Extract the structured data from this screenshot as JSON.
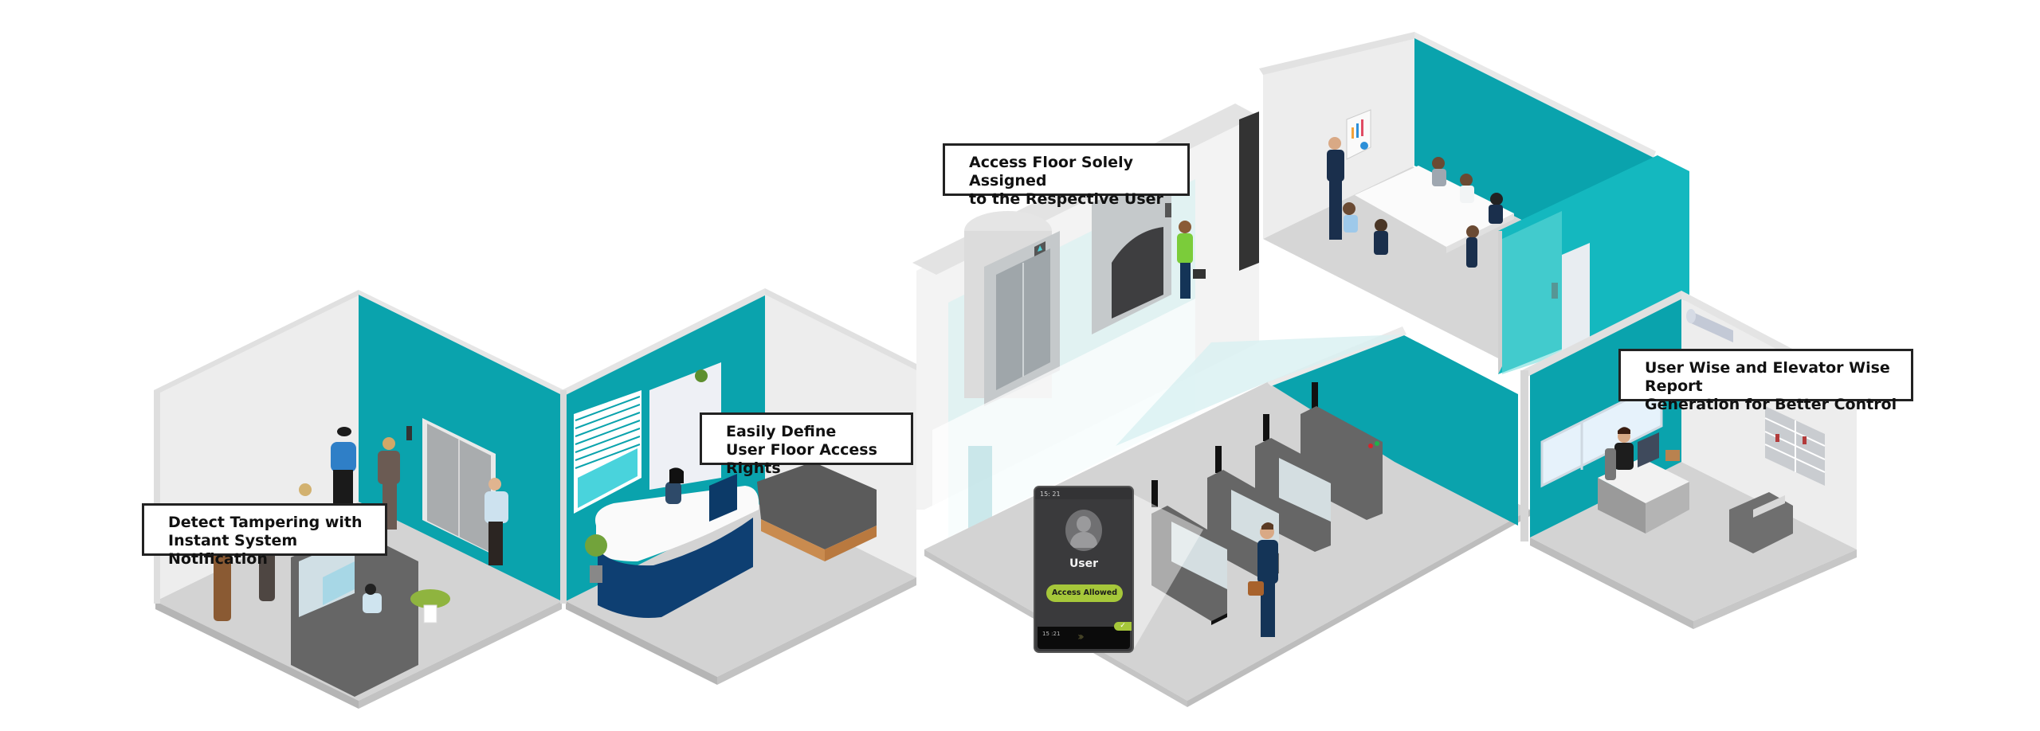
{
  "title": "Elevator Access Control System Illustration",
  "colors": {
    "teal_wall": "#0aa3ad",
    "teal_light": "#3fc8cf",
    "wall_light": "#ededed",
    "wall_edge": "#d9d9d9",
    "floor": "#d3d3d3",
    "floor_edge": "#b9b9b9",
    "glass": "#cfeff0",
    "device_bg": "#3a3a3c",
    "access_green": "#a6c73a",
    "callout_border": "#222222"
  },
  "callouts": [
    {
      "id": "tampering",
      "line1": "Detect Tampering with",
      "line2": "Instant System Notification"
    },
    {
      "id": "access-rights",
      "line1": "Easily Define",
      "line2": "User Floor Access Rights"
    },
    {
      "id": "floor-assigned",
      "line1": "Access Floor Solely Assigned",
      "line2": "to the Respective User"
    },
    {
      "id": "reports",
      "line1": "User Wise and Elevator Wise Report",
      "line2": "Generation for Better Control"
    }
  ],
  "device": {
    "time_top": "15: 21",
    "user_label": "User",
    "status": "Access Allowed",
    "time_bottom": "15 :21",
    "chevrons": "›››",
    "check": "✓"
  },
  "rooms": [
    {
      "name": "security-lobby"
    },
    {
      "name": "reception"
    },
    {
      "name": "elevator-hall"
    },
    {
      "name": "conference-room"
    },
    {
      "name": "turnstile-lobby"
    },
    {
      "name": "manager-office"
    }
  ]
}
